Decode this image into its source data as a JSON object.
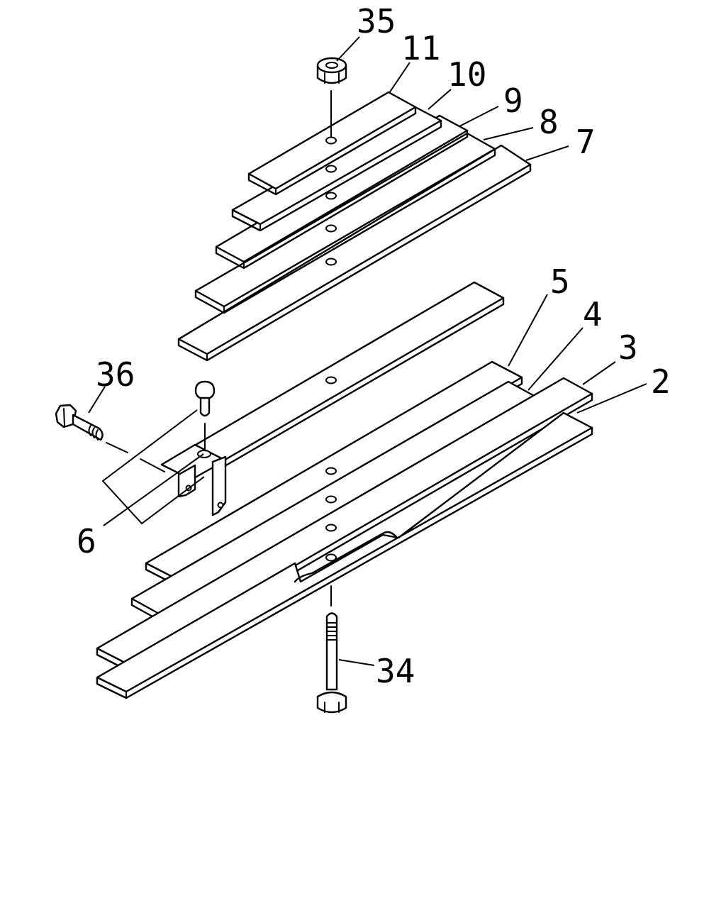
{
  "diagram": {
    "callouts": [
      "35",
      "11",
      "10",
      "9",
      "8",
      "7",
      "5",
      "4",
      "3",
      "2",
      "36",
      "6",
      "34"
    ]
  }
}
